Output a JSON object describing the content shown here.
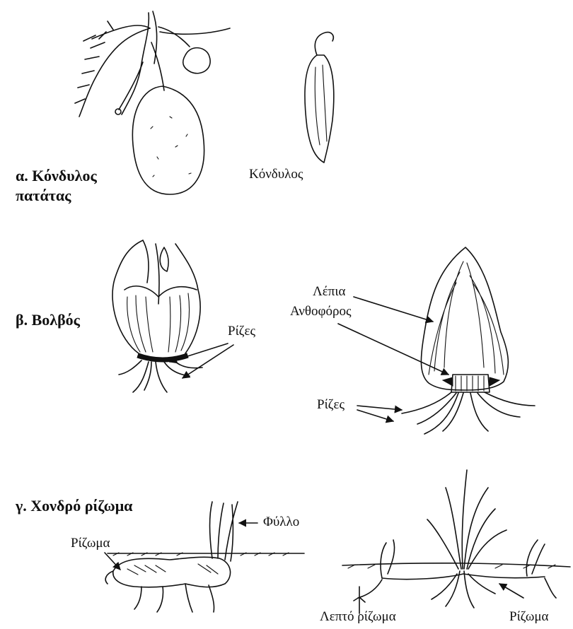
{
  "section_a": {
    "heading_line1": "α. Κόνδυλος",
    "heading_line2": "πατάτας",
    "label_tuber": "Κόνδυλος"
  },
  "section_b": {
    "heading": "β. Βολβός",
    "label_roots_left": "Ρίζες",
    "label_scales": "Λέπια",
    "label_flowering": "Ανθοφόρος",
    "label_roots_right": "Ρίζες"
  },
  "section_c": {
    "heading": "γ. Χονδρό ρίζωμα",
    "label_leaf": "Φύλλο",
    "label_rhizome_left": "Ρίζωμα",
    "label_thin_rhizome": "Λεπτό ρίζωμα",
    "label_rhizome_right": "Ρίζωμα"
  }
}
